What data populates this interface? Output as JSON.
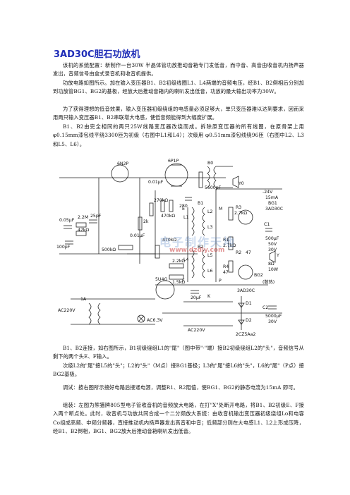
{
  "title": "3AD30C胆石功放机",
  "paragraphs": {
    "p1": "该机的系统配置：新制作一台30W 半晶体管功放推动音箱专门发低音，而中音、高音由收音机内扬声器发出，音频信号由盒式录音机和收音机提供。",
    "p2": "功放电路如图所示。加在输入变压器B1、B2初级线圈L1、L4两端的音频电压，经B1、B2倒相后分别加到功放管BG1、BG2的基极，经放大后推动音箱内的喇叭发出低音，功放的最大输出功率为30W。",
    "p3": "为了获得理想的低音效果，输入变压器初级绕组的电感量必须足够大，单只变压器难以达到要求，因而采用两只输入变压器B1、B2串联增大电感，使低音频能得到大幅度扩展。",
    "p4": "B1、B2由完全相同的两只25W线路变压器改绕而成。拆除原变压器的所有线圈，在原骨架上用 φ0.15mm漆包线平绕3300匝为初级（右图中L1和L4）；次级用 φ0.51mm漆包线绕96匝（右图中L2、L3和L5、L6）。",
    "p5": "B1、B2连接，如右图所示，B1初级绕组L1的\"尾\"（图中带\"·\"端）接B2初级绕组L2的\"头\"，音频信号从剩下的两个头E、F输入。",
    "p6": "次级L2的\"尾\"接L5的\"头\"；L2的\"头\"（M点）接BG1基极；L3的\"尾\"接L6的\"头\"，L6的\"尾\"（P点）接BG2基极。",
    "p7": "调试：按右图所示接好电路后接通电源，调整R1、R2阻值，使BG1、BG2的静态电流为15mA 即可。",
    "p8": "组装：左图为熊猫牌805型电子管收音机的音频放大电路，在打\"X\"处断开电路，将B1、B2初级E、F接入两个断点处。此时，收音机与功放共同合成一个二分频放大系统：由收音机输出变压器初级绕组Lo和电容Co组成高频、中频分频器，直接推动机内扬声器发出高音和中音；低频部分则在大电感L1、L2上形成压降，经B1、B2倒相，BG1、BG2放大后推动音箱喇叭发出低音。"
  },
  "schematic": {
    "labels": {
      "tube1": "6N2P",
      "tube2": "6P1P",
      "rect_tube": "5U4G",
      "b0": "B0",
      "cap_001": "0.01μF",
      "cap_5600": "5600pF",
      "cap_005": "0.05μF",
      "cap_25": "25pF",
      "res_22m": "2.2M",
      "res_47k": "47kΩ",
      "cap_100": "100pF",
      "res_2k": "2k",
      "res_270k": "270kΩ",
      "res_470k_a": "470kΩ",
      "res_280": "280",
      "res_470k_b": "470kΩ",
      "cap_001b": "0.01μF",
      "pot_500k": "500kΩ",
      "res_22k": "2.2kΩ",
      "res_15k": "1.5kΩ",
      "cap_20": "20μF",
      "ac220_left": "AC220V",
      "ac220_bottom": "AC220V",
      "lamp": "AC6.3V",
      "xfmr_1a": "1A",
      "k": "K",
      "b1": "B1",
      "b2": "B2",
      "l1": "L1",
      "l2": "L2",
      "l3": "L3",
      "l4": "L4",
      "l5": "L5",
      "l6": "L6",
      "pt_e": "E",
      "pt_f": "F",
      "pt_m": "M",
      "pt_p": "P",
      "neg24": "-24V",
      "ma15": "15mA",
      "bg1": "BG1",
      "bg1_type": "3AD30C",
      "r3": "R3",
      "r3_val": "2.7kΩ",
      "r1": "R1",
      "r1_val": "2.7kΩ",
      "r2": "R2",
      "r2_val": "47",
      "r4": "R4",
      "r4_val": "47",
      "c1": "C1",
      "c1_val": "500μF",
      "c1_v": "50V",
      "v30": "30V",
      "w_8r": "8Ω",
      "w_10w": "10W",
      "spk_y": "Y",
      "bg2": "BG2",
      "bg2_type": "3AD30C",
      "heatsink": "(散热)",
      "d1": "D1",
      "d2": "D2",
      "diode_type": "2CZ5Aa2",
      "c2": "C2",
      "c2_val": "5000μF",
      "c2_v": "30V",
      "y0": "Y0",
      "watermark": "电子制作天地",
      "watermark_url": "www.dzdiy.com"
    }
  }
}
